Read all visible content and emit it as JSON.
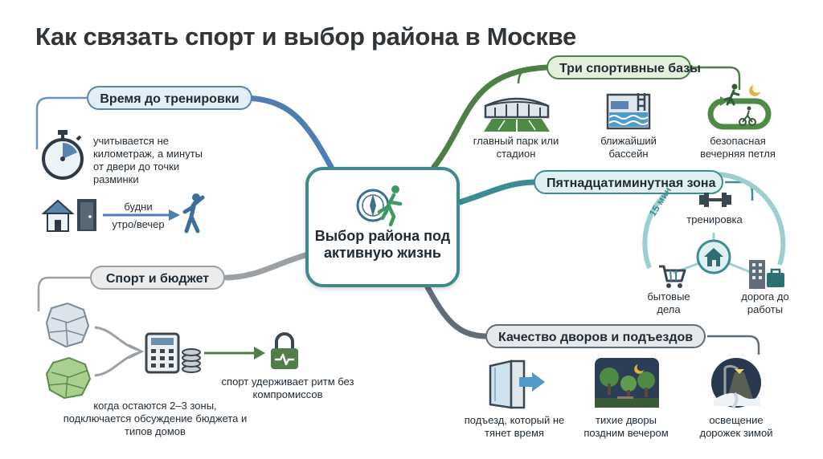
{
  "title": "Как связать спорт и выбор района в Москве",
  "center": {
    "label": "Выбор района под активную жизнь",
    "icon": "compass-runner-icon"
  },
  "branches": {
    "time": {
      "label": "Время до тренировки",
      "text": "учитывается не километраж, а минуты от двери до точки разминки",
      "weekday": "будни",
      "daytime": "утро/вечер",
      "icons": [
        "stopwatch-icon",
        "house-door-icon",
        "stretching-person-icon"
      ]
    },
    "budget": {
      "label": "Спорт и бюджет",
      "zones_text": "когда остаются 2–3 зоны, подключается обсуждение бюджета и типов домов",
      "result_text": "спорт удерживает ритм без компромиссов",
      "icons": [
        "district-map-icon",
        "calculator-coins-icon",
        "heart-lock-icon"
      ]
    },
    "bases": {
      "label": "Три спортивные базы",
      "items": [
        {
          "label": "главный парк или стадион",
          "icon": "stadium-icon"
        },
        {
          "label": "ближайший бассейн",
          "icon": "swimming-pool-icon"
        },
        {
          "label": "безопасная вечерняя петля",
          "icon": "evening-loop-icon"
        }
      ]
    },
    "zone": {
      "label": "Пятнадцатиминутная зона",
      "arc_label": "15 мин",
      "items": [
        {
          "label": "тренировка",
          "icon": "dumbbell-icon"
        },
        {
          "label": "бытовые дела",
          "icon": "shopping-cart-icon"
        },
        {
          "label": "дорога до работы",
          "icon": "office-briefcase-icon"
        }
      ],
      "center_icon": "home-icon"
    },
    "yards": {
      "label": "Качество дворов и подъездов",
      "items": [
        {
          "label": "подъезд, который не тянет время",
          "icon": "entrance-door-icon"
        },
        {
          "label": "тихие дворы поздним вечером",
          "icon": "night-yard-icon"
        },
        {
          "label": "освещение дорожек зимой",
          "icon": "winter-streetlight-icon"
        }
      ]
    }
  },
  "colors": {
    "blue": "#4f7fb0",
    "gray": "#9aa0a4",
    "green": "#4e7f46",
    "teal": "#3c8c91",
    "slate": "#616d79",
    "center_border": "#3e8a8a"
  }
}
